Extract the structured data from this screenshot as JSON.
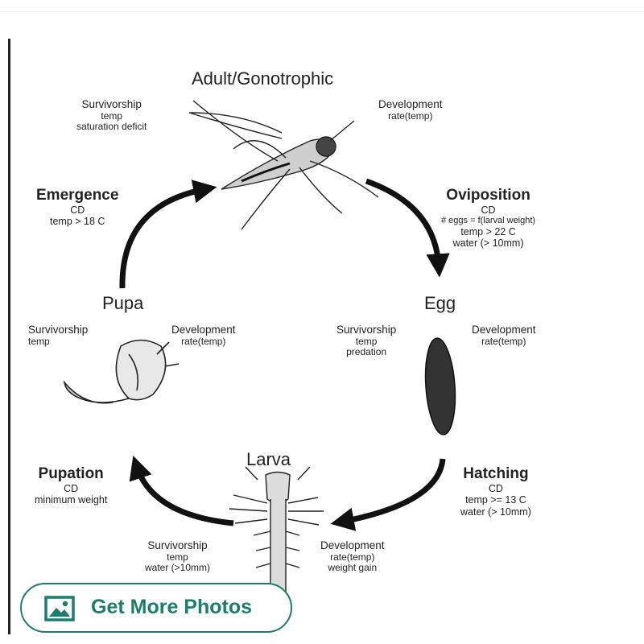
{
  "stages": {
    "adult": {
      "title": "Adult/Gonotrophic",
      "survivorship": {
        "heading": "Survivorship",
        "lines": [
          "temp",
          "saturation deficit"
        ]
      },
      "development": {
        "heading": "Development",
        "lines": [
          "rate(temp)"
        ]
      }
    },
    "egg": {
      "title": "Egg",
      "survivorship": {
        "heading": "Survivorship",
        "lines": [
          "temp",
          "predation"
        ]
      },
      "development": {
        "heading": "Development",
        "lines": [
          "rate(temp)"
        ]
      }
    },
    "larva": {
      "title": "Larva",
      "survivorship": {
        "heading": "Survivorship",
        "lines": [
          "temp",
          "water (>10mm)"
        ]
      },
      "development": {
        "heading": "Development",
        "lines": [
          "rate(temp)",
          "weight gain"
        ]
      }
    },
    "pupa": {
      "title": "Pupa",
      "survivorship": {
        "heading": "Survivorship",
        "lines": [
          "temp"
        ]
      },
      "development": {
        "heading": "Development",
        "lines": [
          "rate(temp)"
        ]
      }
    }
  },
  "transitions": {
    "oviposition": {
      "title": "Oviposition",
      "lines": [
        "CD",
        "# eggs = f(larval weight)",
        "temp > 22 C",
        "water (> 10mm)"
      ]
    },
    "hatching": {
      "title": "Hatching",
      "lines": [
        "CD",
        "temp >= 13 C",
        "water (> 10mm)"
      ]
    },
    "pupation": {
      "title": "Pupation",
      "lines": [
        "CD",
        "minimum weight"
      ]
    },
    "emergence": {
      "title": "Emergence",
      "lines": [
        "CD",
        "temp > 18 C"
      ]
    }
  },
  "button": {
    "label": "Get More Photos",
    "icon": "image-icon",
    "color": "#1b7e6d"
  }
}
